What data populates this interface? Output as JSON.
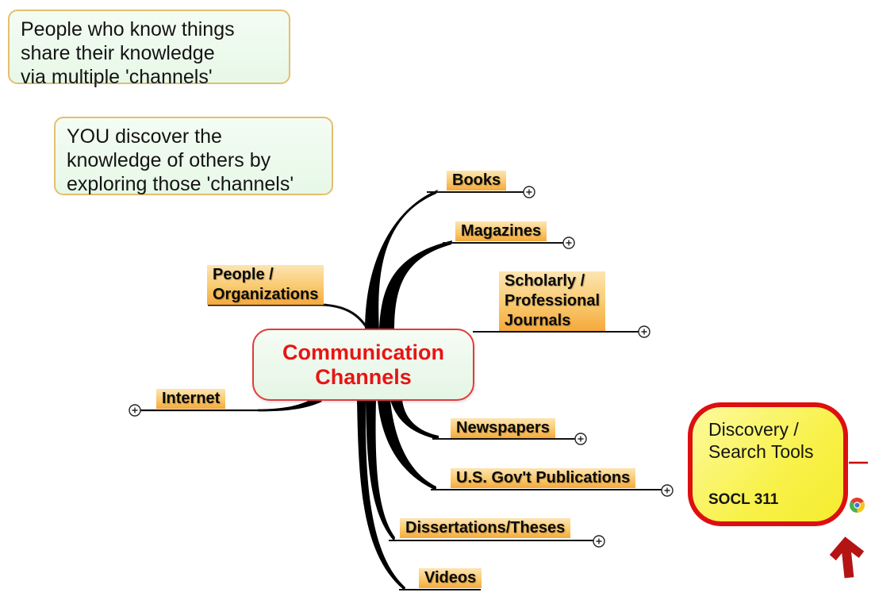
{
  "notes": [
    {
      "text": "People who know things\nshare their knowledge\nvia multiple 'channels'"
    },
    {
      "text": "YOU discover the\nknowledge of others by\nexploring those 'channels'"
    }
  ],
  "central_topic": {
    "label": "Communication\nChannels"
  },
  "branches": {
    "books": {
      "label": "Books"
    },
    "magazines": {
      "label": "Magazines"
    },
    "scholarly": {
      "label": "Scholarly /\nProfessional\nJournals"
    },
    "people": {
      "label": "People /\nOrganizations"
    },
    "internet": {
      "label": "Internet"
    },
    "newspapers": {
      "label": "Newspapers"
    },
    "usgovt": {
      "label": "U.S. Gov't Publications"
    },
    "dissertations": {
      "label": "Dissertations/Theses"
    },
    "videos": {
      "label": "Videos"
    }
  },
  "callout": {
    "title": "Discovery /\nSearch Tools",
    "course": "SOCL 311"
  },
  "icons": {
    "expand": "plus-in-circle",
    "browser": "chrome-logo",
    "pointer": "red-up-arrow"
  },
  "colors": {
    "background": "#ffffff",
    "central_text": "#e81414",
    "central_border": "#e23b3b",
    "central_fill": "#ecf8ec",
    "branch_label_top": "#fce5b2",
    "branch_label_bottom": "#f5a93c",
    "note_fill": "#ecfaec",
    "note_border": "#e3bf6f",
    "callout_fill": "#f8f148",
    "callout_border": "#dd0f0f",
    "connector": "#000000",
    "arrow": "#b41414"
  }
}
